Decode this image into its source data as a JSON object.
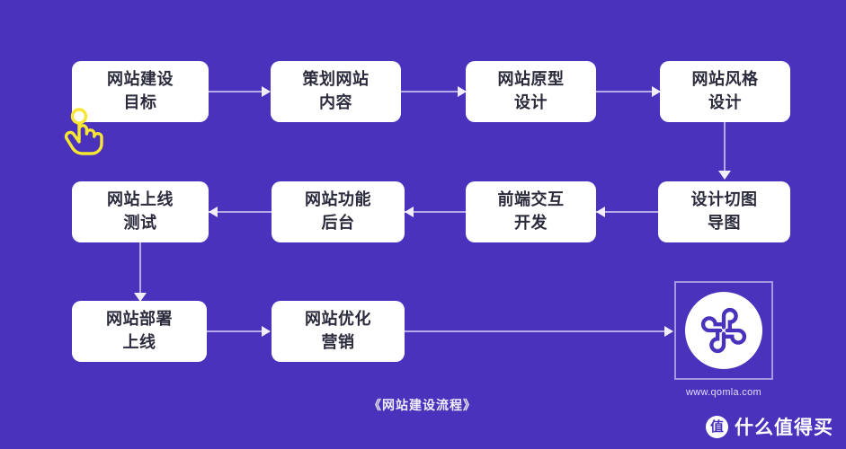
{
  "theme": {
    "background": "#4a32bd",
    "node_fill": "#ffffff",
    "node_text": "#2b2b3d",
    "connector": "#b7a9e8",
    "arrowhead": "#f2eefc",
    "cursor": "#f5e game",
    "cursor_color": "#f7e733",
    "caption_text": "#efecfb"
  },
  "diagram": {
    "caption": "《网站建设流程》",
    "nodes": [
      {
        "id": "n1",
        "line1": "网站建设",
        "line2": "目标"
      },
      {
        "id": "n2",
        "line1": "策划网站",
        "line2": "内容"
      },
      {
        "id": "n3",
        "line1": "网站原型",
        "line2": "设计"
      },
      {
        "id": "n4",
        "line1": "网站风格",
        "line2": "设计"
      },
      {
        "id": "n5",
        "line1": "设计切图",
        "line2": "导图"
      },
      {
        "id": "n6",
        "line1": "前端交互",
        "line2": "开发"
      },
      {
        "id": "n7",
        "line1": "网站功能",
        "line2": "后台"
      },
      {
        "id": "n8",
        "line1": "网站上线",
        "line2": "测试"
      },
      {
        "id": "n9",
        "line1": "网站部署",
        "line2": "上线"
      },
      {
        "id": "n10",
        "line1": "网站优化",
        "line2": "营销"
      }
    ],
    "edges": [
      {
        "from": "n1",
        "to": "n2",
        "direction": "right"
      },
      {
        "from": "n2",
        "to": "n3",
        "direction": "right"
      },
      {
        "from": "n3",
        "to": "n4",
        "direction": "right"
      },
      {
        "from": "n4",
        "to": "n5",
        "direction": "down"
      },
      {
        "from": "n5",
        "to": "n6",
        "direction": "left"
      },
      {
        "from": "n6",
        "to": "n7",
        "direction": "left"
      },
      {
        "from": "n7",
        "to": "n8",
        "direction": "left"
      },
      {
        "from": "n8",
        "to": "n9",
        "direction": "down"
      },
      {
        "from": "n9",
        "to": "n10",
        "direction": "right"
      },
      {
        "from": "n10",
        "to": "logo",
        "direction": "right"
      }
    ]
  },
  "logo": {
    "name": "qomla-clover-logo",
    "url_label": "www.qomla.com"
  },
  "cursor": {
    "name": "tap-hand-cursor"
  },
  "watermark": {
    "badge_char": "值",
    "label": "什么值得买"
  }
}
